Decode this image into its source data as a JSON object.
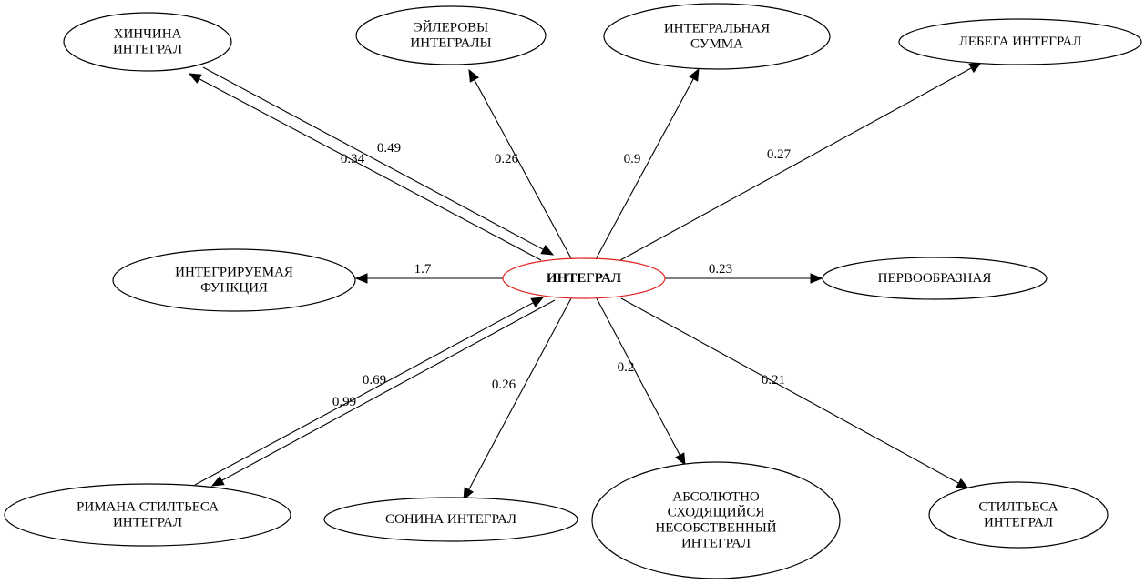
{
  "colors": {
    "center_stroke": "#e0201b",
    "stroke": "#000000",
    "background": "#ffffff"
  },
  "nodes": [
    {
      "id": "integral",
      "lines": [
        "ИНТЕГРАЛ"
      ],
      "center": true
    },
    {
      "id": "hinchin",
      "lines": [
        "ХИНЧИНА",
        "ИНТЕГРАЛ"
      ]
    },
    {
      "id": "euler",
      "lines": [
        "ЭЙЛЕРОВЫ",
        "ИНТЕГРАЛЫ"
      ]
    },
    {
      "id": "sum",
      "lines": [
        "ИНТЕГРАЛЬНАЯ",
        "СУММА"
      ]
    },
    {
      "id": "lebesgue",
      "lines": [
        "ЛЕБЕГА ИНТЕГРАЛ"
      ]
    },
    {
      "id": "integrable",
      "lines": [
        "ИНТЕГРИРУЕМАЯ",
        "ФУНКЦИЯ"
      ]
    },
    {
      "id": "primitive",
      "lines": [
        "ПЕРВООБРАЗНАЯ"
      ]
    },
    {
      "id": "riemann_stieltjes",
      "lines": [
        "РИМАНА СТИЛТЬЕСА",
        "ИНТЕГРАЛ"
      ]
    },
    {
      "id": "sonin",
      "lines": [
        "СОНИНА ИНТЕГРАЛ"
      ]
    },
    {
      "id": "absolute",
      "lines": [
        "АБСОЛЮТНО",
        "СХОДЯЩИЙСЯ",
        "НЕСОБСТВЕННЫЙ",
        "ИНТЕГРАЛ"
      ]
    },
    {
      "id": "stieltjes",
      "lines": [
        "СТИЛТЬЕСА",
        "ИНТЕГРАЛ"
      ]
    }
  ],
  "edges": [
    {
      "from": "hinchin",
      "to": "integral",
      "label": "0.49"
    },
    {
      "from": "integral",
      "to": "hinchin",
      "label": "0.34"
    },
    {
      "from": "integral",
      "to": "euler",
      "label": "0.26"
    },
    {
      "from": "integral",
      "to": "sum",
      "label": "0.9"
    },
    {
      "from": "integral",
      "to": "lebesgue",
      "label": "0.27"
    },
    {
      "from": "integral",
      "to": "integrable",
      "label": "1.7"
    },
    {
      "from": "integral",
      "to": "primitive",
      "label": "0.23"
    },
    {
      "from": "riemann_stieltjes",
      "to": "integral",
      "label": "0.69"
    },
    {
      "from": "integral",
      "to": "riemann_stieltjes",
      "label": "0.99"
    },
    {
      "from": "integral",
      "to": "sonin",
      "label": "0.26"
    },
    {
      "from": "integral",
      "to": "absolute",
      "label": "0.2"
    },
    {
      "from": "integral",
      "to": "stieltjes",
      "label": "0.21"
    }
  ]
}
